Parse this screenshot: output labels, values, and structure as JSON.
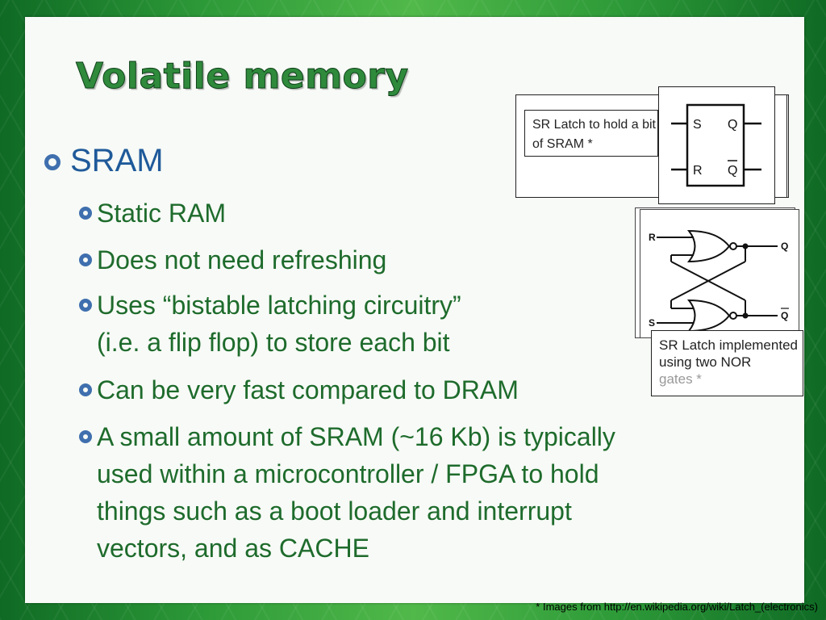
{
  "slide": {
    "title": "Volatile memory",
    "heading": "SRAM",
    "bullets": [
      "Static RAM",
      "Does not need refreshing",
      "Uses “bistable latching circuitry”\n(i.e. a flip flop) to store each bit",
      "Can be very fast compared to DRAM",
      "A small amount of SRAM (~16 Kb) is typically\nused within a microcontroller / FPGA to hold\nthings such as a boot loader and interrupt\nvectors, and as CACHE"
    ]
  },
  "figure_latch": {
    "caption": "SR Latch to hold a bit of SRAM *",
    "pins": {
      "s": "S",
      "r": "R",
      "q": "Q",
      "qbar": "Q"
    }
  },
  "figure_nor": {
    "caption_visible": "SR Latch implemented using two NOR",
    "caption_overflow": "gates *",
    "pins": {
      "r": "R",
      "s": "S",
      "q": "Q",
      "qbar": "Q"
    }
  },
  "footnote": "* Images from http://en.wikipedia.org/wiki/Latch_(electronics)"
}
